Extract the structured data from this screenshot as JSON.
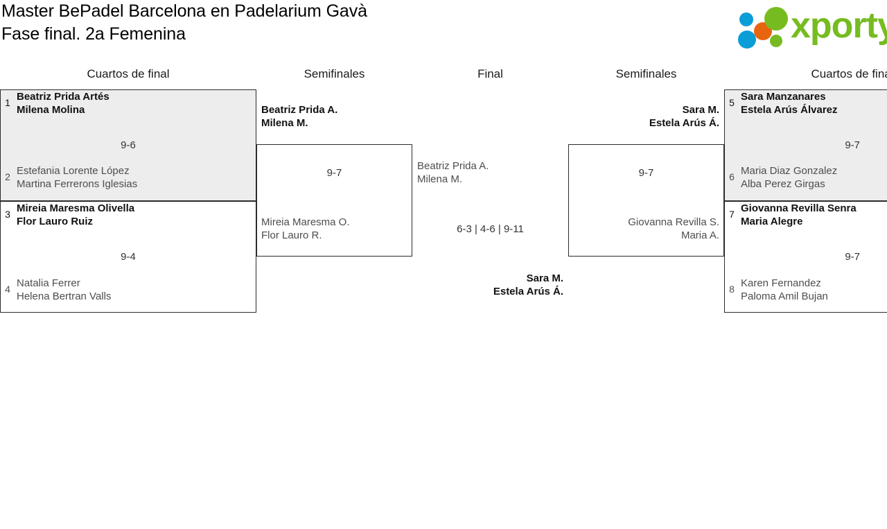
{
  "header": {
    "title_line1": "Master BePadel Barcelona en Padelarium Gavà",
    "title_line2": "Fase final. 2a Femenina",
    "logo_text": "xporty"
  },
  "rounds": [
    {
      "label": "Cuartos de final",
      "side": "left"
    },
    {
      "label": "Semifinales",
      "side": "left"
    },
    {
      "label": "Final",
      "side": "center"
    },
    {
      "label": "Semifinales",
      "side": "right"
    },
    {
      "label": "Cuartos de final",
      "side": "right"
    }
  ],
  "matches": {
    "qf1": {
      "score": "9-6",
      "top": {
        "seed": "1",
        "player1": "Beatriz Prida Artés",
        "player2": "Milena Molina",
        "result": "win"
      },
      "bottom": {
        "seed": "2",
        "player1": "Estefania Lorente López",
        "player2": "Martina Ferrerons Iglesias",
        "result": "lose"
      }
    },
    "qf2": {
      "score": "9-4",
      "top": {
        "seed": "3",
        "player1": "Mireia Maresma Olivella",
        "player2": "Flor Lauro Ruiz",
        "result": "win"
      },
      "bottom": {
        "seed": "4",
        "player1": "Natalia Ferrer",
        "player2": "Helena Bertran Valls",
        "result": "lose"
      }
    },
    "qf3": {
      "score": "9-7",
      "top": {
        "seed": "5",
        "player1": "Sara Manzanares",
        "player2": "Estela Arús Álvarez",
        "result": "win"
      },
      "bottom": {
        "seed": "6",
        "player1": "Maria Diaz Gonzalez",
        "player2": "Alba Perez Girgas",
        "result": "lose"
      }
    },
    "qf4": {
      "score": "9-7",
      "top": {
        "seed": "7",
        "player1": "Giovanna Revilla Senra",
        "player2": "Maria Alegre",
        "result": "win"
      },
      "bottom": {
        "seed": "8",
        "player1": "Karen Fernandez",
        "player2": "Paloma Amil Bujan",
        "result": "lose"
      }
    },
    "sf_left": {
      "score": "9-7",
      "top": {
        "player1": "Beatriz Prida A.",
        "player2": "Milena M.",
        "result": "win"
      },
      "bottom": {
        "player1": "Mireia Maresma O.",
        "player2": "Flor Lauro R.",
        "result": "lose"
      }
    },
    "sf_right": {
      "score": "9-7",
      "top": {
        "player1": "Sara M.",
        "player2": "Estela Arús Á.",
        "result": "win"
      },
      "bottom": {
        "player1": "Giovanna Revilla S.",
        "player2": "Maria A.",
        "result": "lose"
      }
    },
    "final": {
      "score": "6-3 | 4-6 | 9-11",
      "top": {
        "player1": "Beatriz Prida A.",
        "player2": "Milena M.",
        "result": "lose"
      },
      "bottom": {
        "player1": "Sara M.",
        "player2": "Estela Arús Á.",
        "result": "win"
      }
    }
  },
  "colors": {
    "brand_green": "#76bc21",
    "brand_blue": "#0b9dd8",
    "brand_orange": "#e8650f",
    "box_border": "#2b2b2b",
    "box_shaded": "#ededed",
    "winner_text": "#111111",
    "loser_text": "#4d4d4d"
  }
}
